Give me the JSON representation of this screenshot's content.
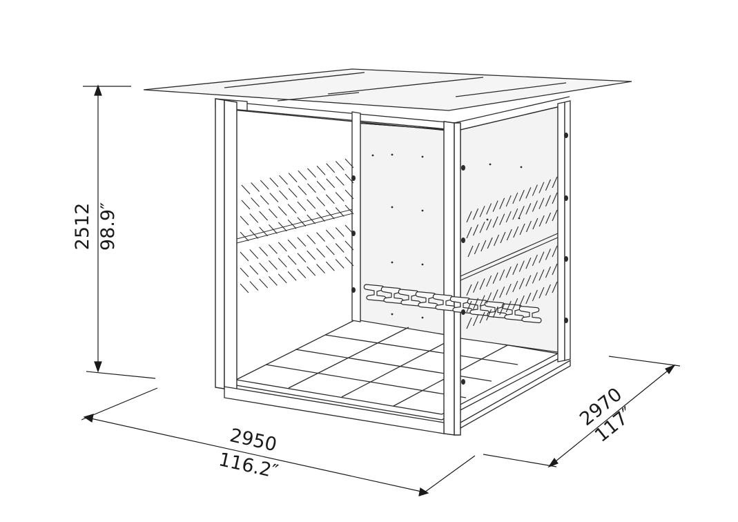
{
  "colors": {
    "line": "#2b2b2b",
    "panel": "#f3f3f3",
    "roof": "#f5f5f5",
    "frame_fill": "#ffffff",
    "text": "#1a1a1a"
  },
  "dimensions": {
    "height": {
      "mm": "2512",
      "inch": "98.9″"
    },
    "width": {
      "mm": "2950",
      "inch": "116.2″"
    },
    "depth": {
      "mm": "2970",
      "inch": "117″"
    }
  }
}
